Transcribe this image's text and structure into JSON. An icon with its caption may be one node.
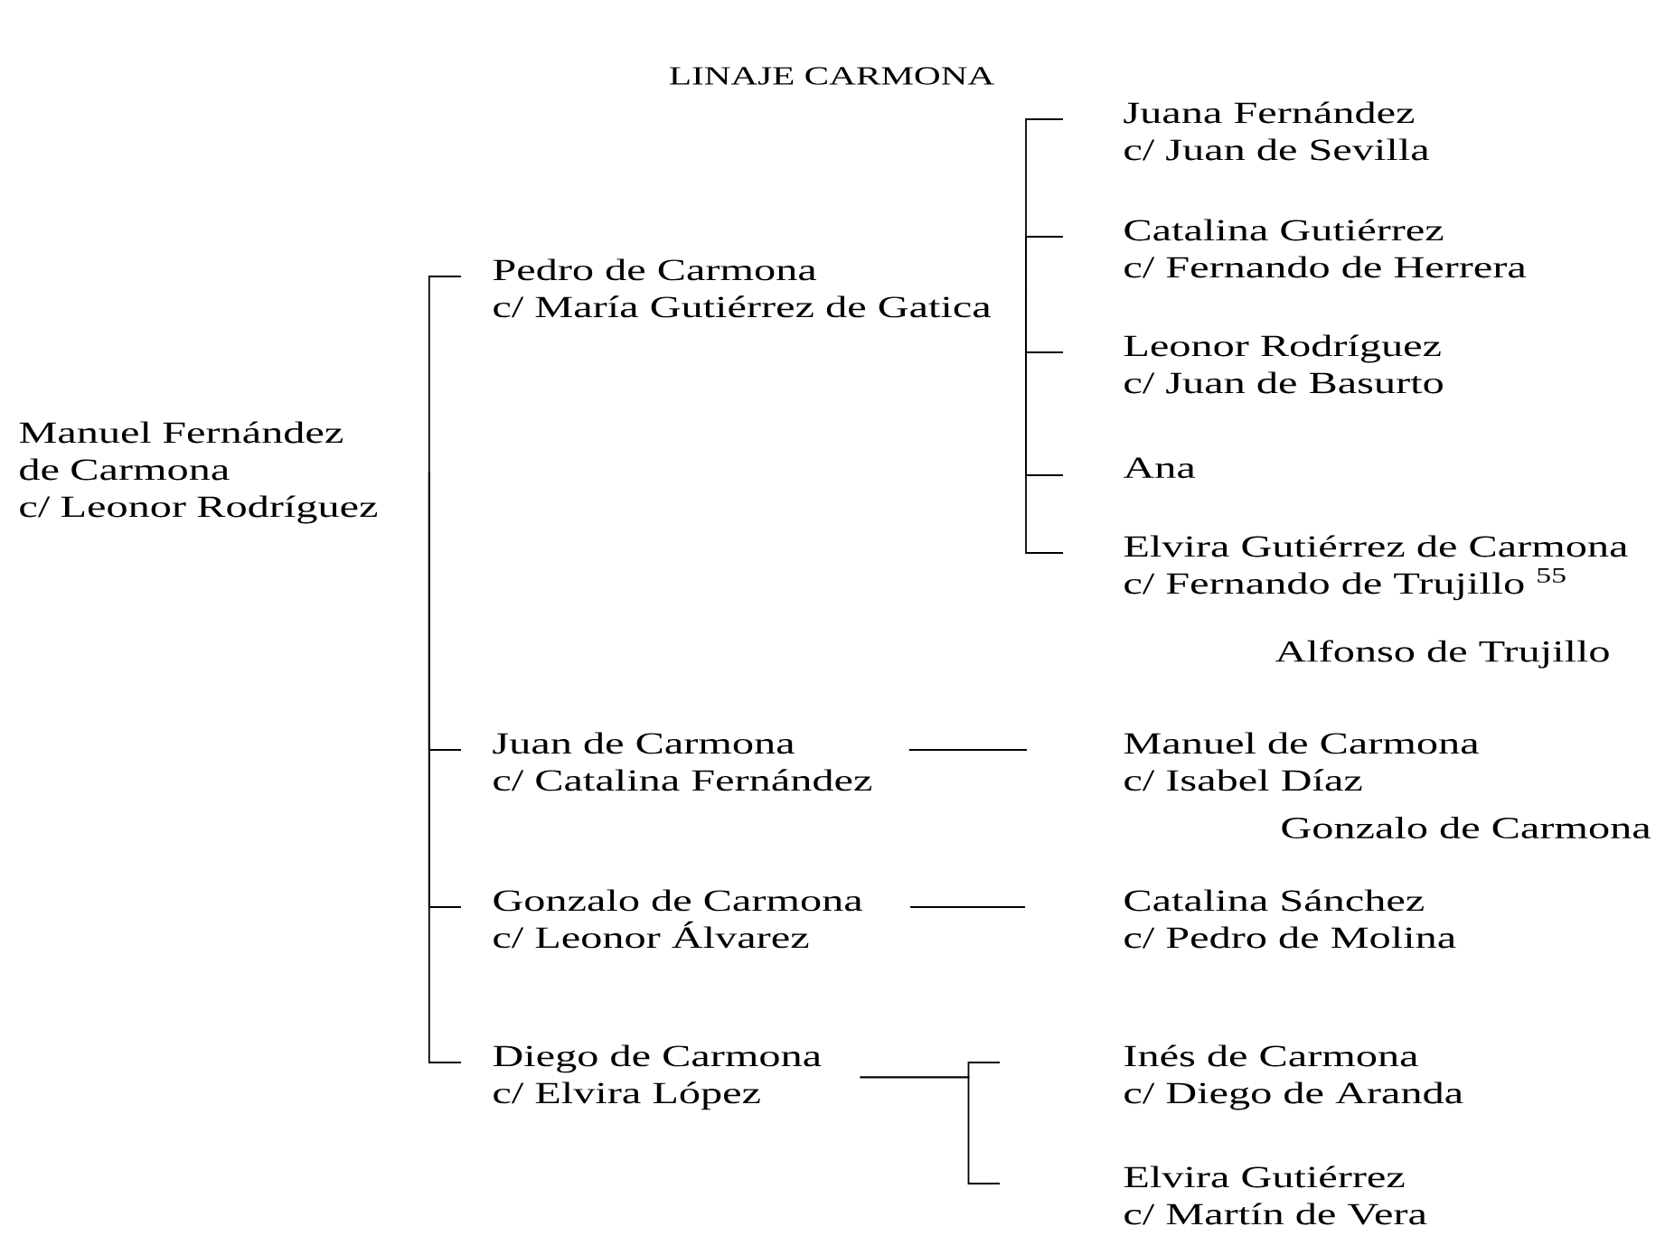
{
  "diagram": {
    "title": "LINAJE CARMONA",
    "nodes": [
      {
        "text": [
          "Manuel Fernández de Carmona",
          "c/ Leonor Rodríguez"
        ]
      },
      {
        "text": [
          "Pedro de Carmona",
          "c/ María Gutiérrez de Gatica"
        ]
      },
      {
        "text": [
          "Juana Fernández",
          "c/ Juan de Sevilla"
        ]
      },
      {
        "text": [
          "Catalina Gutiérrez",
          "c/ Fernando de Herrera"
        ]
      },
      {
        "text": [
          "Leonor Rodríguez",
          "c/ Juan de Basurto"
        ]
      },
      {
        "text": [
          "Ana"
        ]
      },
      {
        "text": [
          "Elvira Gutiérrez de Carmona",
          "c/ Fernando de Trujillo $^{55}$"
        ],
        "beside": [
          "Alfonso de Trujillo"
        ]
      },
      {
        "text": [
          "Juan de Carmona",
          "c/ Catalina Fernández"
        ]
      },
      {
        "text": [
          "Manuel de Carmona",
          "c/ Isabel Díaz"
        ],
        "beside": [
          "Gonzalo de Carmona"
        ]
      },
      {
        "text": [
          "Gonzalo de Carmona",
          "c/ Leonor Álvarez"
        ]
      },
      {
        "text": [
          "Catalina Sánchez",
          "c/ Pedro de Molina"
        ]
      },
      {
        "text": [
          "Diego de Carmona",
          "c/ Elvira López"
        ]
      },
      {
        "text": [
          "Inés de Carmona",
          "c/ Diego de Aranda"
        ]
      },
      {
        "text": [
          "Elvira Gutiérrez",
          "c/ Martín de Vera"
        ]
      }
    ],
    "edges": [
      {
        "from": 0,
        "to": 1,
        "arrow": "none"
      },
      {
        "from": 0,
        "to": 7,
        "arrow": "none"
      },
      {
        "from": 0,
        "to": 9,
        "arrow": "none"
      },
      {
        "from": 0,
        "to": 11,
        "arrow": "none"
      },
      {
        "from": 1,
        "to": 2,
        "arrow": "none"
      },
      {
        "from": 1,
        "to": 3,
        "arrow": "none"
      },
      {
        "from": 1,
        "to": 4,
        "arrow": "none"
      },
      {
        "from": 1,
        "to": 5,
        "arrow": "none"
      },
      {
        "from": 1,
        "to": 6,
        "arrow": "none"
      },
      {
        "from": 7,
        "to": 8,
        "arrow": "none"
      },
      {
        "from": 9,
        "to": 10,
        "arrow": "none"
      },
      {
        "from": 11,
        "to": 12,
        "arrow": "none"
      },
      {
        "from": 11,
        "to": 13,
        "arrow": "none"
      }
    ]
  }
}
